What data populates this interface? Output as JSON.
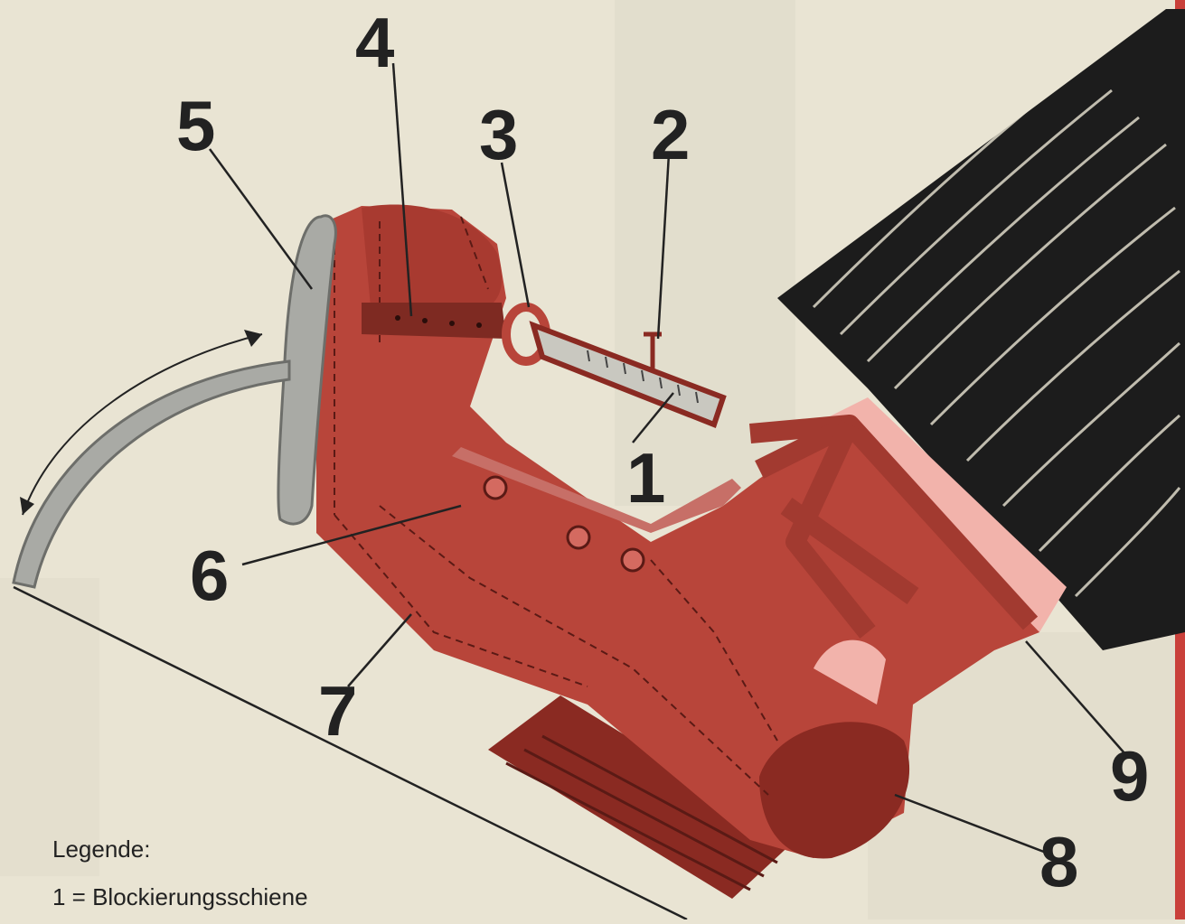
{
  "callouts": {
    "n1": "1",
    "n2": "2",
    "n3": "3",
    "n4": "4",
    "n5": "5",
    "n6": "6",
    "n7": "7",
    "n8": "8",
    "n9": "9"
  },
  "legend": {
    "heading": "Legende:",
    "items": [
      "1 = Blockierungsschiene"
    ]
  },
  "colors": {
    "paper": "#e9e4d3",
    "boot_red": "#b8453a",
    "boot_dark": "#8a2a22",
    "metal_gray": "#a9aaa5",
    "trouser_black": "#1c1c1c",
    "skin_pink": "#f2b3ab"
  }
}
